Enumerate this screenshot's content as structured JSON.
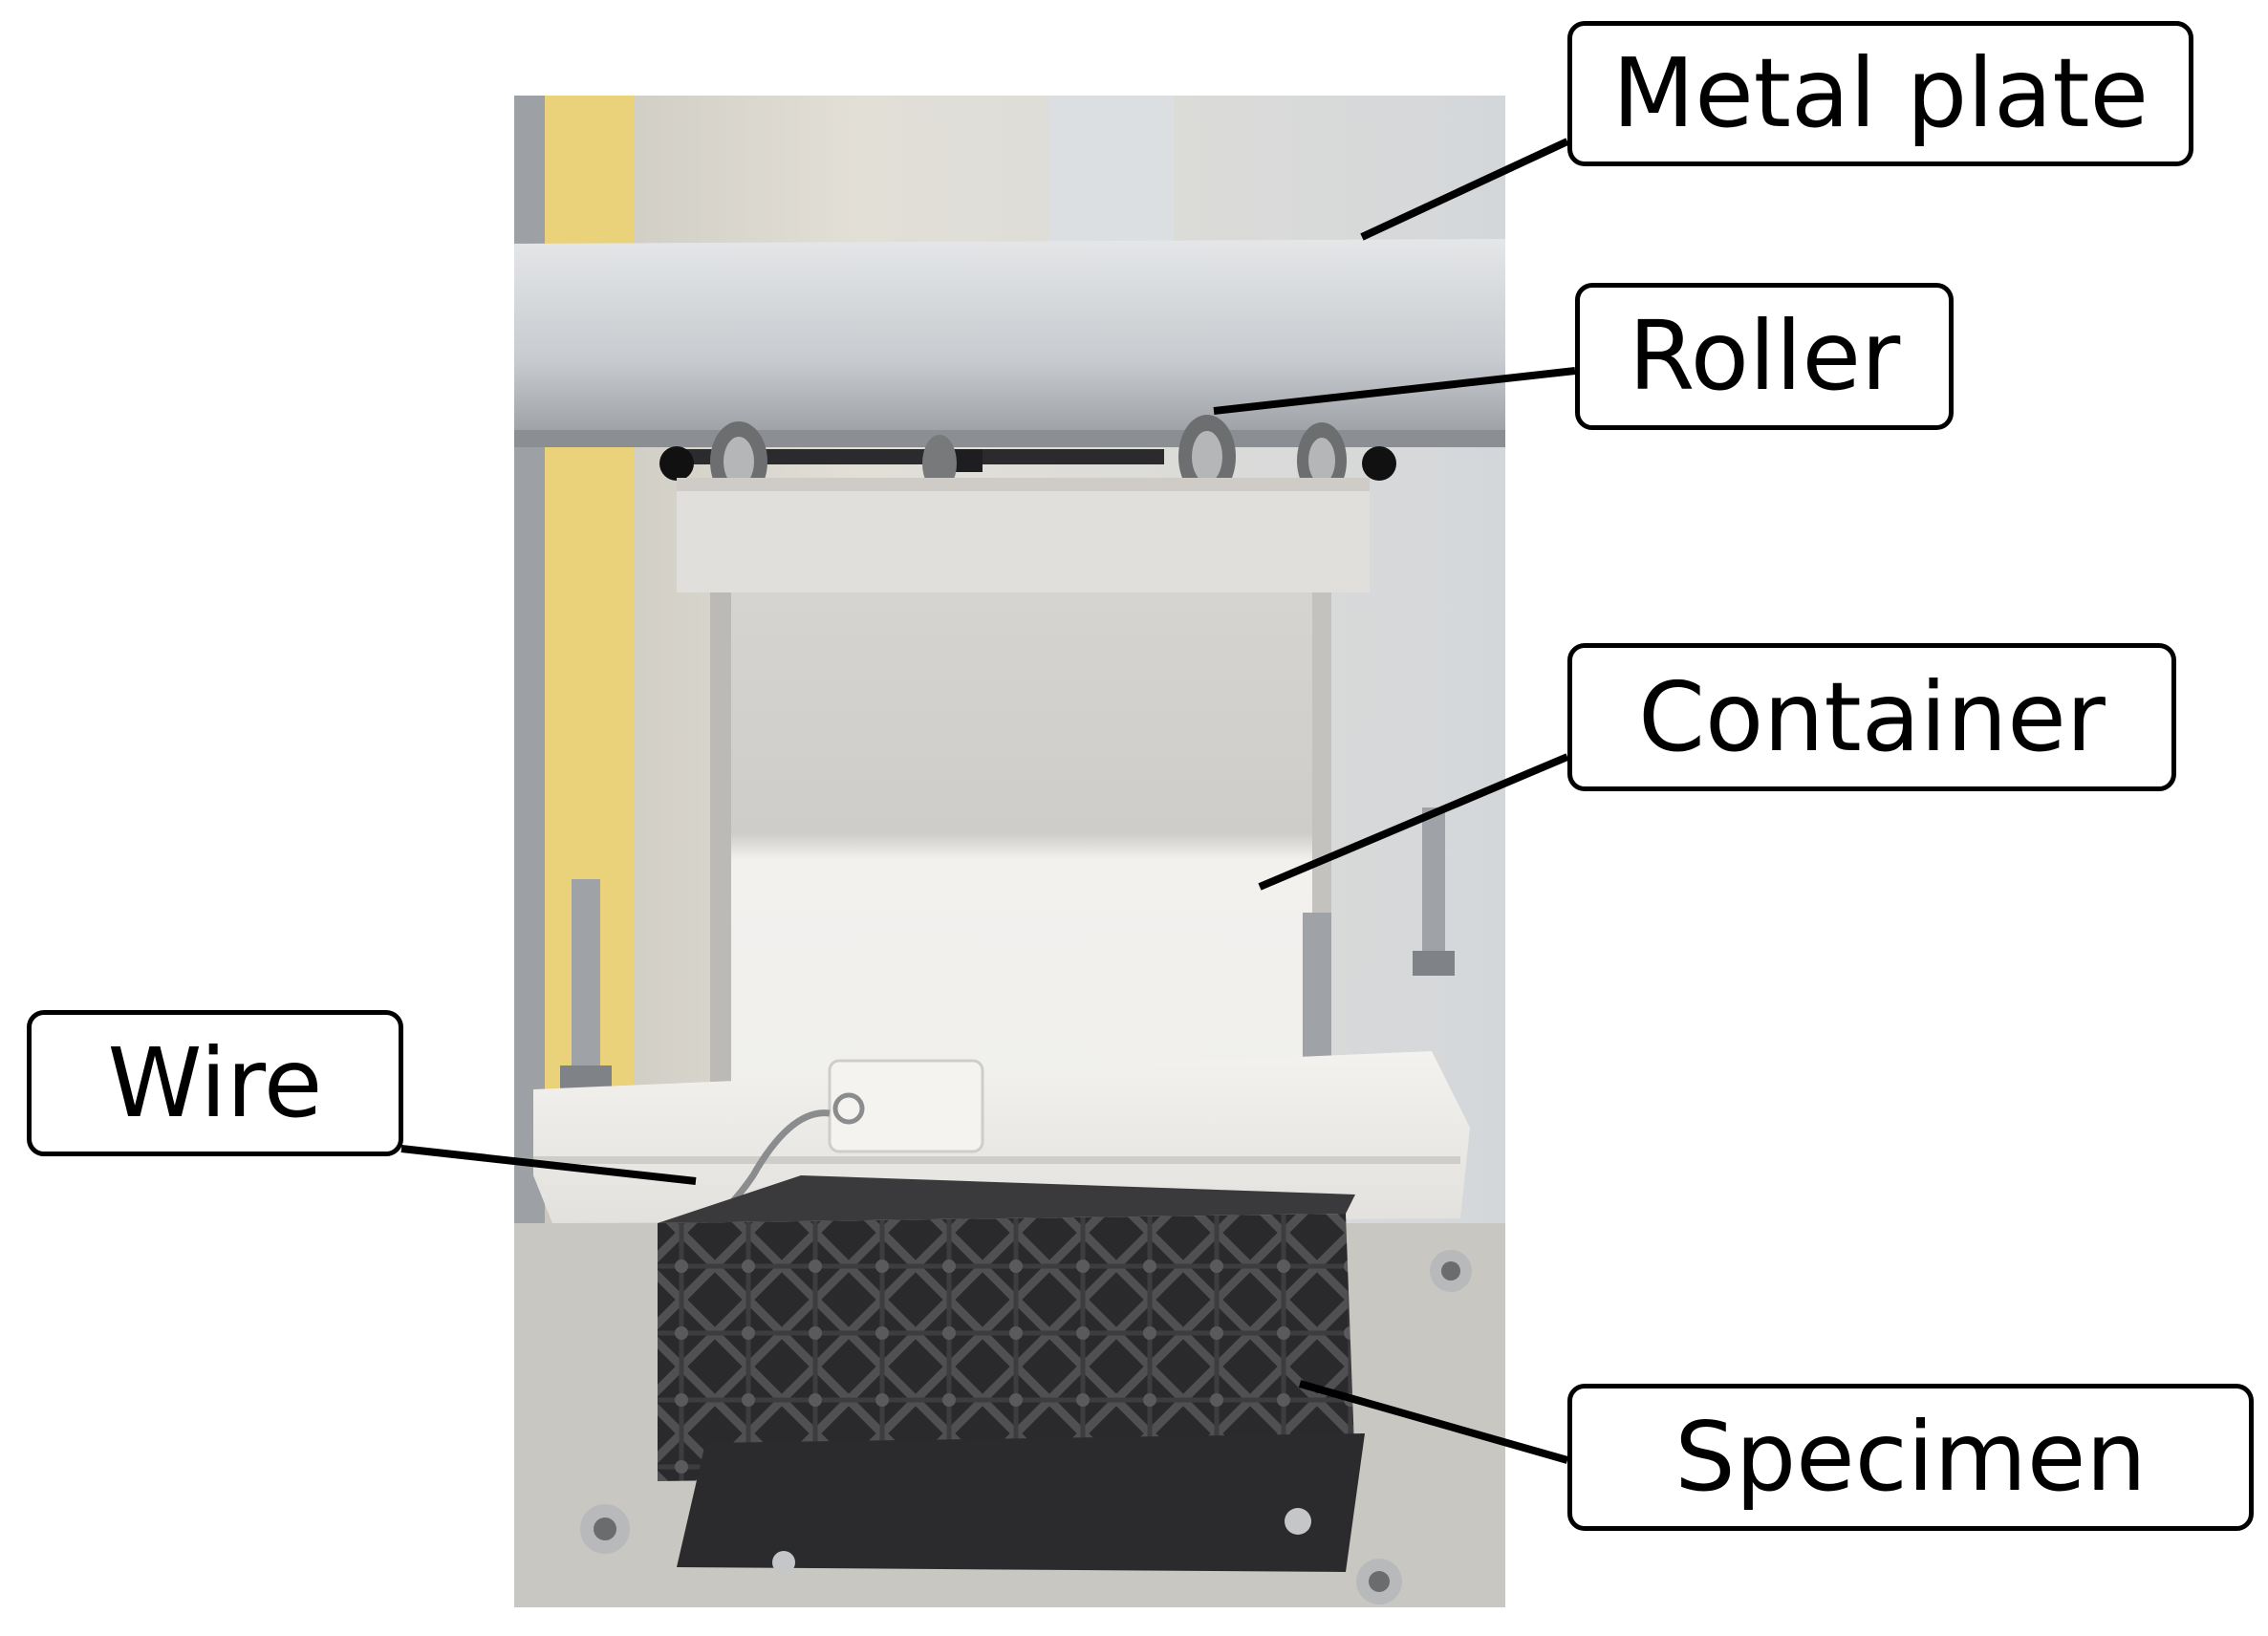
{
  "image": {
    "subject": "test fixture with metal plate, rollers, white container and black lattice specimen"
  },
  "labels": {
    "metal_plate": "Metal plate",
    "roller": "Roller",
    "container": "Container",
    "wire": "Wire",
    "specimen": "Specimen"
  },
  "colors": {
    "plate": "#c9ccd0",
    "container": "#ecebe8",
    "specimen": "#2f2f31",
    "background_yellow": "#e9d27a",
    "stroke": "#000000"
  }
}
